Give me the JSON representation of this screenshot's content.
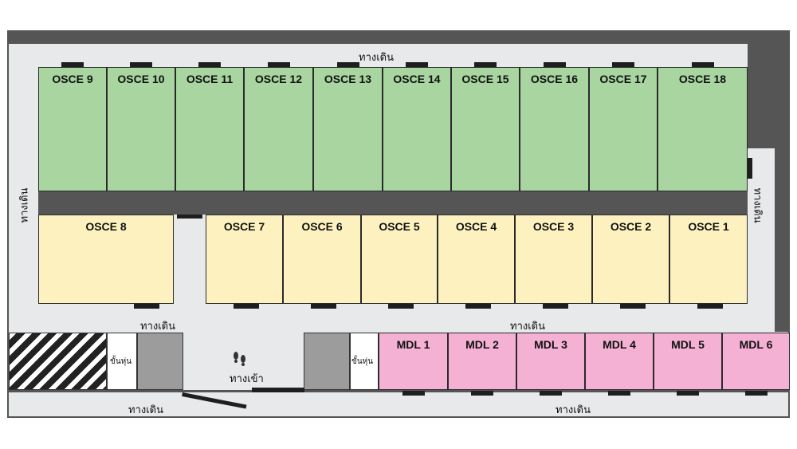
{
  "walkway_label": "ทางเดิน",
  "entrance_label": "ทางเข้า",
  "stair_label": "ขั้นหุ่น",
  "footprint_icon": "footprints-icon",
  "colors": {
    "osce_upper": "#a8d5a0",
    "osce_lower": "#fdf2bf",
    "mdl": "#f4b1d4"
  },
  "osce_upper": [
    "OSCE 9",
    "OSCE 10",
    "OSCE 11",
    "OSCE 12",
    "OSCE 13",
    "OSCE 14",
    "OSCE 15",
    "OSCE 16",
    "OSCE 17",
    "OSCE 18"
  ],
  "osce_lower": [
    "OSCE 8",
    "OSCE 7",
    "OSCE 6",
    "OSCE 5",
    "OSCE 4",
    "OSCE 3",
    "OSCE 2",
    "OSCE 1"
  ],
  "mdl": [
    "MDL 1",
    "MDL 2",
    "MDL 3",
    "MDL 4",
    "MDL 5",
    "MDL 6"
  ]
}
